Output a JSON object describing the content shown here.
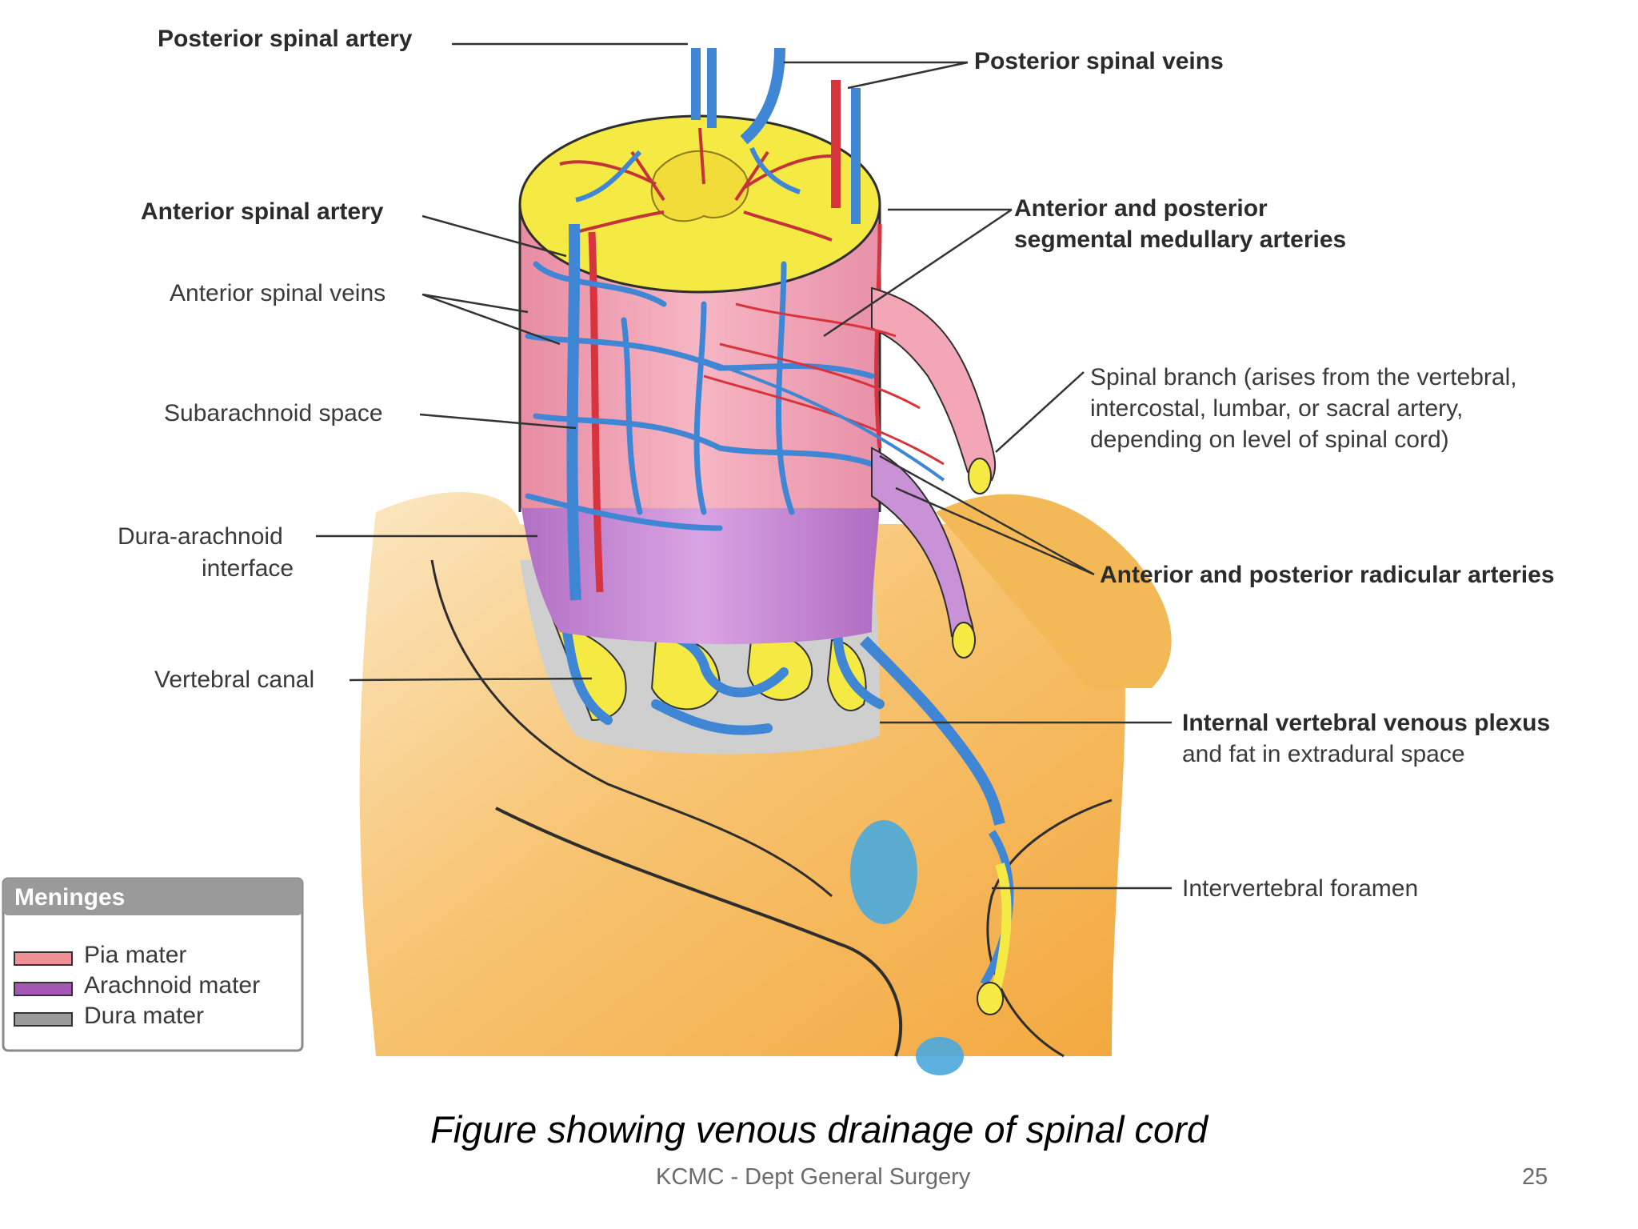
{
  "figure": {
    "labels": {
      "posterior_spinal_artery": "Posterior spinal artery",
      "posterior_spinal_veins": "Posterior spinal veins",
      "anterior_spinal_artery": "Anterior spinal artery",
      "anterior_posterior_segmental_1": "Anterior and posterior",
      "anterior_posterior_segmental_2": "segmental medullary arteries",
      "anterior_spinal_veins": "Anterior spinal veins",
      "spinal_branch_1": "Spinal branch (arises from the vertebral,",
      "spinal_branch_2": "intercostal, lumbar, or sacral artery,",
      "spinal_branch_3": "depending on level of spinal cord)",
      "subarachnoid_space": "Subarachnoid space",
      "dura_arachnoid_1": "Dura-arachnoid",
      "dura_arachnoid_2": "interface",
      "radicular_arteries": "Anterior and posterior radicular arteries",
      "vertebral_canal": "Vertebral canal",
      "venous_plexus_1": "Internal vertebral venous plexus",
      "venous_plexus_2": "and fat in extradural space",
      "intervertebral_foramen": "Intervertebral foramen"
    },
    "legend": {
      "title": "Meninges",
      "items": [
        {
          "label": "Pia mater",
          "color": "#ef8f96"
        },
        {
          "label": "Arachnoid mater",
          "color": "#a457b4"
        },
        {
          "label": "Dura mater",
          "color": "#9a9a9a"
        }
      ]
    }
  },
  "caption": "Figure showing venous drainage of spinal cord",
  "footer": "KCMC - Dept General Surgery",
  "page_number": "25",
  "colors": {
    "bone": "#f5b24b",
    "cord_section": "#f5ea43",
    "pia": "#f3a6b6",
    "arachnoid": "#c991d6",
    "vein": "#3f86d4",
    "artery": "#d8343d"
  }
}
